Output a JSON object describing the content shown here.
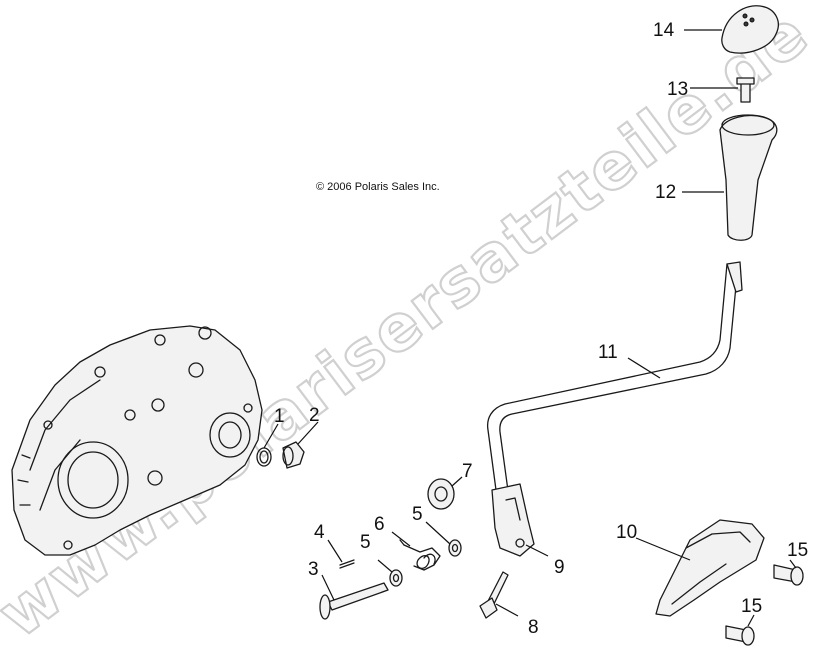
{
  "copyright": "© 2006 Polaris Sales Inc.",
  "watermark": "www.polarisersatzteile.de",
  "callouts": {
    "c1": "1",
    "c2": "2",
    "c3": "3",
    "c4": "4",
    "c5a": "5",
    "c5b": "5",
    "c6": "6",
    "c7": "7",
    "c8": "8",
    "c9": "9",
    "c10": "10",
    "c11": "11",
    "c12": "12",
    "c13": "13",
    "c14": "14",
    "c15a": "15",
    "c15b": "15"
  },
  "parts": [
    "gearcase-cover",
    "plug",
    "pivot-pin",
    "cotter-pin",
    "washer",
    "torsion-spring",
    "bushing",
    "bolt",
    "shift-bracket",
    "guard",
    "shift-lever",
    "shift-grip",
    "screw",
    "knob",
    "flange-bolt"
  ]
}
